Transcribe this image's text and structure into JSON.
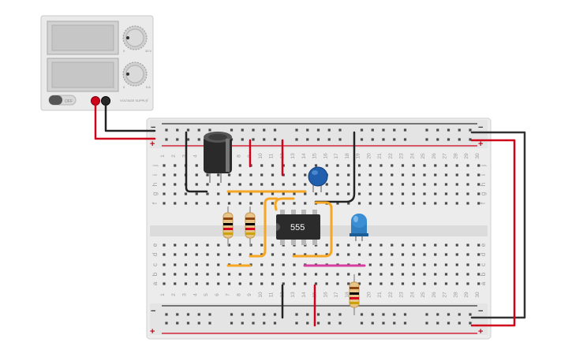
{
  "power_supply": {
    "off_label": "OFF",
    "brand_label": "VOLTAGE SUPPLY",
    "knob1_max": "30 V",
    "knob2_max": "5 A",
    "knob_min": "0",
    "colors": {
      "body": "#e9e9e9",
      "display": "#c8c8c8",
      "knob": "#d0d0d0",
      "red": "#d0021b",
      "black": "#222222"
    }
  },
  "breadboard": {
    "columns": [
      "1",
      "2",
      "3",
      "4",
      "5",
      "6",
      "7",
      "8",
      "9",
      "10",
      "11",
      "12",
      "13",
      "14",
      "15",
      "16",
      "17",
      "18",
      "19",
      "20",
      "21",
      "22",
      "23",
      "24",
      "25",
      "26",
      "27",
      "28",
      "29",
      "30"
    ],
    "rows_top": [
      "j",
      "i",
      "h",
      "g",
      "f"
    ],
    "rows_bottom": [
      "e",
      "d",
      "c",
      "b",
      "a"
    ],
    "rail_minus": "−",
    "rail_plus": "+",
    "colors": {
      "board": "#ececec",
      "hole": "#4a4a4a",
      "rail_red": "#d0021b",
      "rail_dark": "#333333"
    }
  },
  "chip": {
    "label": "555",
    "color": "#2b2b2b"
  },
  "components": {
    "capacitor_electrolytic": "electrolytic-capacitor",
    "capacitor_ceramic": "ceramic-capacitor",
    "led": "blue-led",
    "resistors": 3,
    "colors": {
      "wire_orange": "#f5a623",
      "wire_red": "#d0021b",
      "wire_black": "#222222",
      "wire_magenta": "#d63fa0",
      "led_blue": "#2f7fc1",
      "ceramic_blue": "#1f5fae",
      "resistor_body": "#e8c488"
    }
  }
}
